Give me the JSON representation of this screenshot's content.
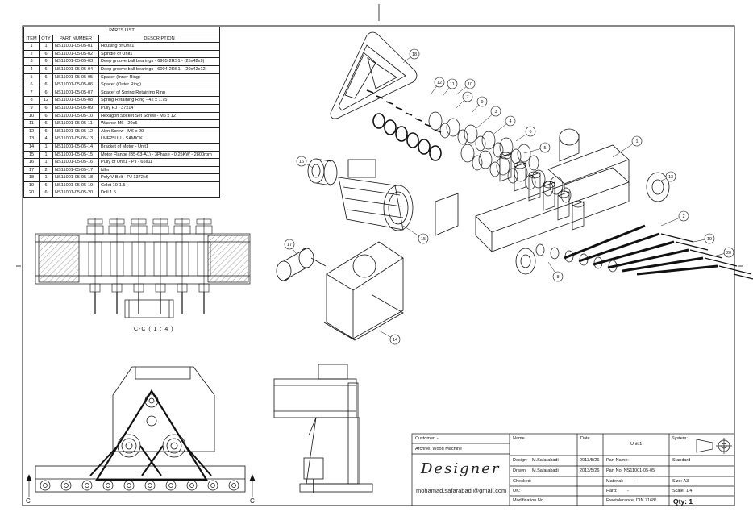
{
  "parts_list": {
    "title": "PARTS LIST",
    "headers": [
      "ITEM",
      "QTY",
      "PART NUMBER",
      "DESCRIPTION"
    ],
    "rows": [
      [
        "1",
        "1",
        "NS11001-05-05-01",
        "Housing of Unit1"
      ],
      [
        "2",
        "6",
        "NS11001-05-05-02",
        "Spindle of Unit1"
      ],
      [
        "3",
        "6",
        "NS11001-05-05-03",
        "Deep groove ball bearings - 6905-2RS1 - (25x42x9)"
      ],
      [
        "4",
        "6",
        "NS11001-05-05-04",
        "Deep groove ball bearings - 6004-2RS1 - (20x42x12)"
      ],
      [
        "5",
        "6",
        "NS11001-05-05-05",
        "Spacer (Inner Ring)"
      ],
      [
        "6",
        "6",
        "NS11001-05-05-06",
        "Spacer (Outer Ring)"
      ],
      [
        "7",
        "6",
        "NS11001-05-05-07",
        "Spacer of Spring Retaining Ring"
      ],
      [
        "8",
        "12",
        "NS11001-05-05-08",
        "Spring Retaining Ring - 42 x 1.75"
      ],
      [
        "9",
        "6",
        "NS11001-05-05-09",
        "Pully PJ - 37x14"
      ],
      [
        "10",
        "6",
        "NS11001-05-05-10",
        "Hexagon Socket Set Screw - M6 x 12"
      ],
      [
        "11",
        "6",
        "NS11001-05-05-11",
        "Washer M6 - 20x5"
      ],
      [
        "12",
        "6",
        "NS11001-05-05-12",
        "Alen Screw - M6 x 20"
      ],
      [
        "13",
        "4",
        "NS11001-05-05-13",
        "LMF25UU - SAMICK"
      ],
      [
        "14",
        "1",
        "NS11001-05-05-14",
        "Bracket of Motor - Unit1"
      ],
      [
        "15",
        "1",
        "NS11001-05-05-15",
        "Motor Flange (B5-63-A1) - 3Phase - 0.25KW - 2800rpm"
      ],
      [
        "16",
        "1",
        "NS11001-05-05-16",
        "Pully of Unit1 - PJ - 65x11"
      ],
      [
        "17",
        "2",
        "NS11001-05-05-17",
        "Idler"
      ],
      [
        "18",
        "1",
        "NS11001-05-05-18",
        "Poly V-Belt - PJ 1372x6"
      ],
      [
        "19",
        "6",
        "NS11001-05-05-19",
        "Colet 10-1.5"
      ],
      [
        "20",
        "6",
        "NS11001-05-05-20",
        "Drill 1.5"
      ]
    ]
  },
  "balloons": [
    "1",
    "2",
    "3",
    "4",
    "5",
    "6",
    "7",
    "8",
    "9",
    "10",
    "11",
    "12",
    "13",
    "14",
    "15",
    "16",
    "17",
    "18",
    "19",
    "20"
  ],
  "section_label": "C-C ( 1 : 4 )",
  "section_marks": [
    "C",
    "C"
  ],
  "title_block": {
    "customer": "Customer: -",
    "archive": "Archive: Wood Machine",
    "designer_logo": "Designer",
    "email": "mohamad.safarabadi@gmail.com",
    "col_name": "Name",
    "col_date": "Date",
    "unit": "Unit 1",
    "system_label": "System:",
    "design": "Design:",
    "design_name": "M.Safarabadi",
    "design_date": "2013/5/26",
    "part_name": "Part Name:",
    "standard": "Standard",
    "drawn": "Drawn:",
    "drawn_name": "M.Safarabadi",
    "drawn_date": "2013/5/26",
    "part_no": "Part No: NS11001-05-05",
    "checked": "Checked:",
    "material": "Material:",
    "material_val": "-",
    "size": "Size: A3",
    "ok": "OK:",
    "hard": "Hard:",
    "hard_val": "-",
    "scale": "Scale: 1/4",
    "modification": "Modification No",
    "tolerance": "Freetolerance: DIN 7168f",
    "qty": "Qty: 1"
  }
}
